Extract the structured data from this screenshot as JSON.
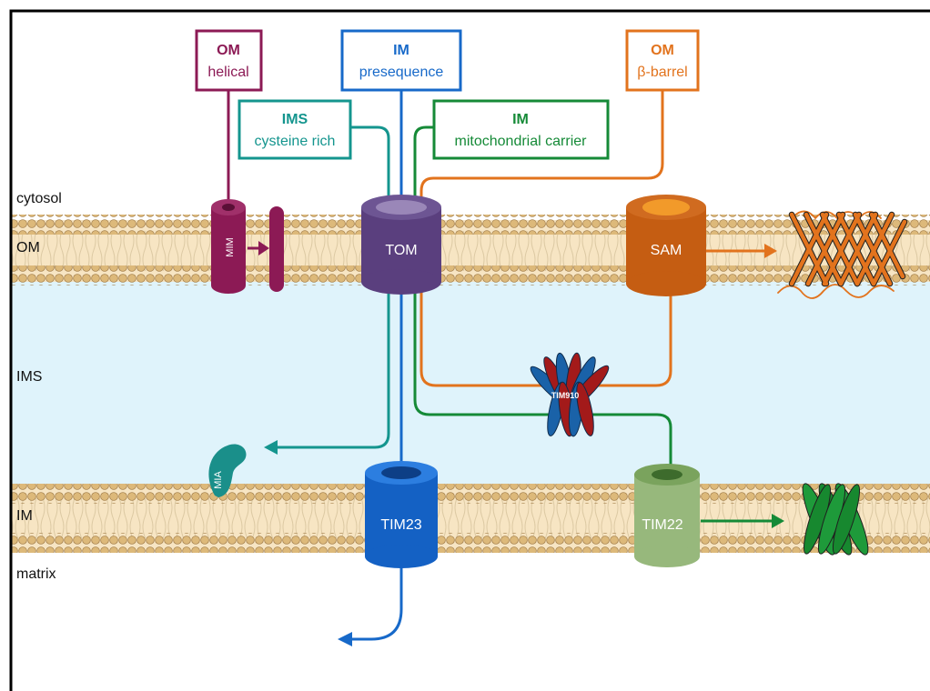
{
  "colors": {
    "helical": "#8c1a55",
    "presequence": "#1769c9",
    "ims_route": "#14958e",
    "carrier": "#158a37",
    "barrel": "#e2731d",
    "membrane_fill": "#f7e5c3",
    "head_fill": "#ddb97a",
    "ims_space": "#dff3fb",
    "tom": "#5a3f7e",
    "sam": "#c55d12",
    "tim23": "#1461c4",
    "tim22": "#97b87c",
    "mia": "#1a8f8a",
    "tim910_red": "#a31a1a",
    "tim910_blue": "#1a62a8"
  },
  "signal_boxes": [
    {
      "id": "om-helical",
      "title": "OM",
      "subtitle": "helical"
    },
    {
      "id": "im-presequence",
      "title": "IM",
      "subtitle": "presequence"
    },
    {
      "id": "om-barrel",
      "title": "OM",
      "subtitle": "β-barrel"
    },
    {
      "id": "ims-cysteine",
      "title": "IMS",
      "subtitle": "cysteine rich"
    },
    {
      "id": "im-carrier",
      "title": "IM",
      "subtitle": "mitochondrial carrier"
    }
  ],
  "compartments": {
    "cytosol": "cytosol",
    "om": "OM",
    "ims": "IMS",
    "im": "IM",
    "matrix": "matrix"
  },
  "complexes": {
    "mim": "MIM",
    "tom": "TOM",
    "sam": "SAM",
    "tim23": "TIM23",
    "tim22": "TIM22",
    "mia": "MIA",
    "tim910": "TIM910"
  }
}
